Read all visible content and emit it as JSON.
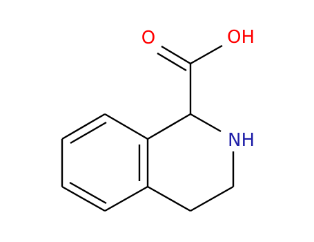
{
  "molecule": {
    "atoms": {
      "oxygen_carbonyl": "O",
      "hydroxyl": "OH",
      "amine": "NH"
    },
    "colors": {
      "bond": "#000000",
      "oxygen": "#ff0000",
      "nitrogen": "#1f1fa8"
    }
  }
}
